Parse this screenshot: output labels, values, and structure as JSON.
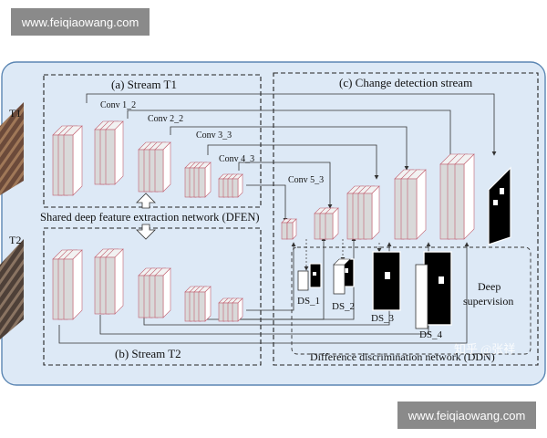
{
  "watermark": {
    "top": "www.feiqiaowang.com",
    "bottom": "www.feiqiaowang.com"
  },
  "diagram": {
    "stream_t1_title": "(a) Stream T1",
    "stream_t2_title": "(b) Stream T2",
    "change_stream_title": "(c) Change detection stream",
    "dfen_label": "Shared deep feature extraction network (DFEN)",
    "ddn_label": "Difference discrimination network (DDN)",
    "deep_supervision": [
      "Deep",
      "supervision"
    ],
    "input_t1": "T1",
    "input_t2": "T2",
    "conv_labels": [
      "Conv 1_2",
      "Conv 2_2",
      "Conv 3_3",
      "Conv 4_3",
      "Conv 5_3"
    ],
    "ds_labels": [
      "DS_1",
      "DS_2",
      "DS_3",
      "DS_4"
    ],
    "overlay_text": "知乎 @张祥"
  },
  "colors": {
    "panel_bg": "#dde9f6",
    "panel_border": "#5b86b3",
    "block_fill": "#d9d9d9",
    "block_edge": "#c06070"
  }
}
